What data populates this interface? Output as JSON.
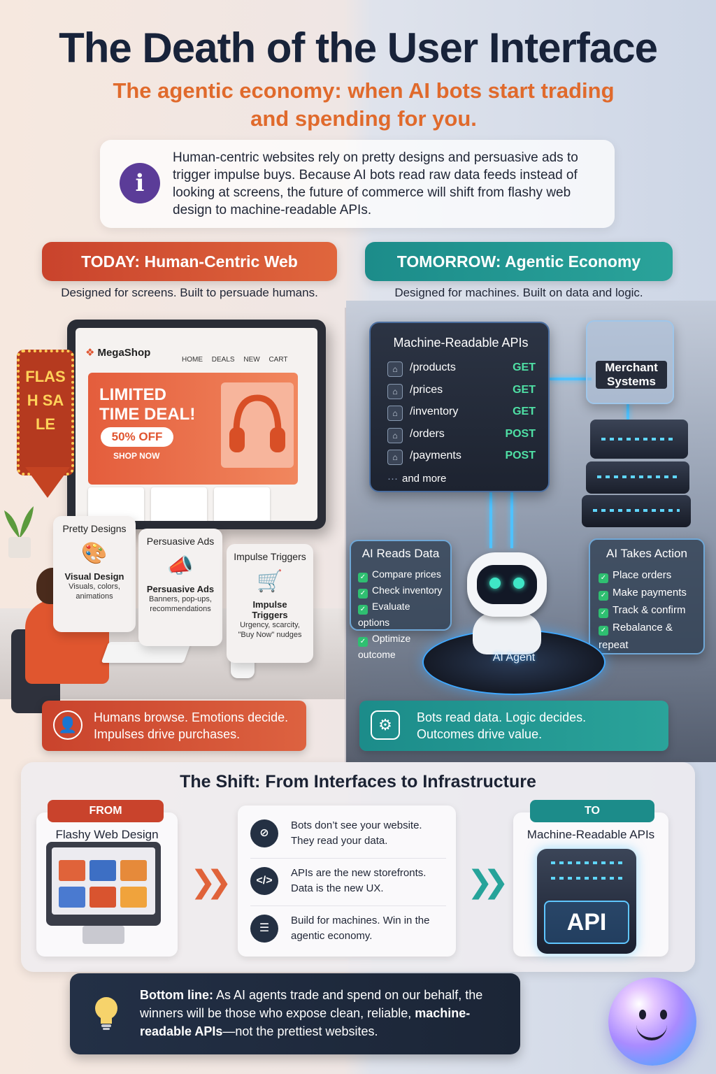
{
  "title": "The Death of the User Interface",
  "subtitle": "The agentic economy: when AI bots start trading and spending for you.",
  "intro": {
    "icon": "info-icon",
    "text": "Human-centric websites rely on pretty designs and persuasive ads to trigger impulse buys. Because AI bots read raw data feeds instead of looking at screens, the future of commerce will shift from flashy web design to machine-readable APIs."
  },
  "today": {
    "header": "TODAY: Human-Centric Web",
    "tagline": "Designed for screens. Built to persuade humans.",
    "sign": "FLASH SALE",
    "shop": {
      "logo": "MegaShop",
      "nav": "HOME DEALS NEW CART",
      "hero_title": "LIMITED TIME DEAL!",
      "hero_discount": "50% OFF",
      "hero_button": "SHOP NOW"
    },
    "cards": [
      {
        "title": "Pretty Designs",
        "heading": "Visual Design",
        "desc": "Visuals, colors, animations",
        "icon": "palette-icon"
      },
      {
        "title": "Persuasive Ads",
        "heading": "Persuasive Ads",
        "desc": "Banners, pop-ups, recommendations",
        "icon": "megaphone-icon"
      },
      {
        "title": "Impulse Triggers",
        "heading": "Impulse Triggers",
        "desc": "Urgency, scarcity, \"Buy Now\" nudges",
        "icon": "cart-icon"
      }
    ],
    "banner": "Humans browse. Emotions decide. Impulses drive purchases."
  },
  "tomorrow": {
    "header": "TOMORROW: Agentic Economy",
    "tagline": "Designed for machines. Built on data and logic.",
    "api_title": "Machine-Readable APIs",
    "endpoints": [
      {
        "path": "/products",
        "verb": "GET"
      },
      {
        "path": "/prices",
        "verb": "GET"
      },
      {
        "path": "/inventory",
        "verb": "GET"
      },
      {
        "path": "/orders",
        "verb": "POST"
      },
      {
        "path": "/payments",
        "verb": "POST"
      }
    ],
    "api_more": "and more",
    "merchant": "Merchant Systems",
    "reads": {
      "title": "AI Reads Data",
      "items": [
        "Compare prices",
        "Check inventory",
        "Evaluate options",
        "Optimize outcome"
      ]
    },
    "acts": {
      "title": "AI Takes Action",
      "items": [
        "Place orders",
        "Make payments",
        "Track & confirm",
        "Rebalance & repeat"
      ]
    },
    "robot_label": "AI Agent",
    "banner": "Bots read data. Logic decides. Outcomes drive value."
  },
  "shift": {
    "title": "The Shift: From Interfaces to Infrastructure",
    "from_pill": "FROM",
    "from_label": "Flashy Web Design",
    "to_pill": "TO",
    "to_label": "Machine-Readable APIs",
    "api_block": "API",
    "points": [
      {
        "icon": "eye-slash-icon",
        "text": "Bots don’t see your website. They read your data."
      },
      {
        "icon": "code-icon",
        "text": "APIs are the new storefronts. Data is the new UX."
      },
      {
        "icon": "server-icon",
        "text": "Build for machines. Win in the agentic economy."
      }
    ]
  },
  "bottom_line": {
    "lead": "Bottom line:",
    "text_a": " As AI agents trade and spend on our behalf, the winners will be those who expose clean, reliable, ",
    "emph": "machine-readable APIs",
    "text_b": "—not the prettiest websites."
  },
  "colors": {
    "today_accent": "#c9432c",
    "tomorrow_accent": "#1c8c8a",
    "subtitle": "#e06a2c",
    "get_verb": "#4fe0a5",
    "title": "#18233a"
  }
}
